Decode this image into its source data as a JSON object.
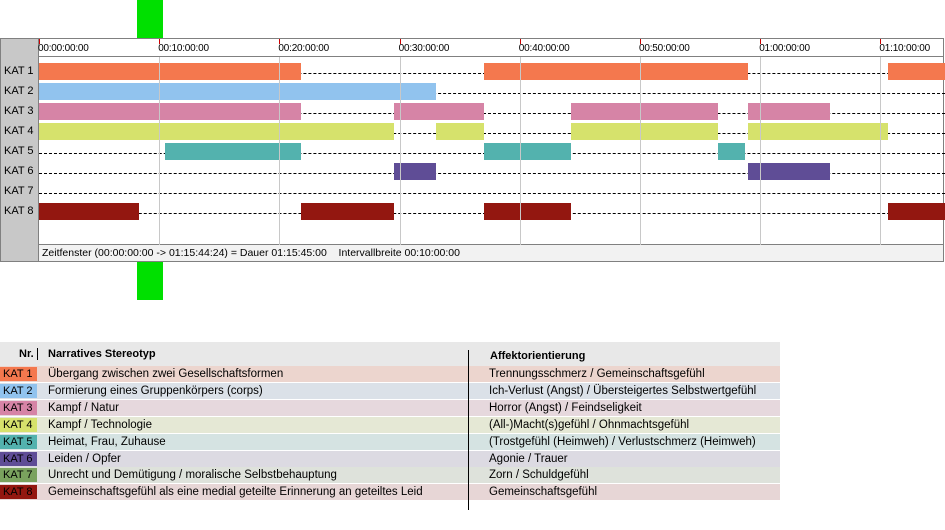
{
  "timeline": {
    "tick_labels": [
      "00:00:00:00",
      "00:10:00:00",
      "00:20:00:00",
      "00:30:00:00",
      "00:40:00:00",
      "00:50:00:00",
      "01:00:00:00",
      "01:10:00:00"
    ],
    "rows": [
      {
        "label": "KAT 1",
        "color": "#f4784e",
        "segments": [
          [
            0,
            21.8
          ],
          [
            37,
            59
          ],
          [
            70.6,
            75.8
          ]
        ]
      },
      {
        "label": "KAT 2",
        "color": "#91c3ee",
        "segments": [
          [
            0,
            33
          ]
        ]
      },
      {
        "label": "KAT 3",
        "color": "#d684a6",
        "segments": [
          [
            0,
            21.8
          ],
          [
            29.5,
            37
          ],
          [
            44.3,
            56.5
          ],
          [
            59,
            65.8
          ]
        ]
      },
      {
        "label": "KAT 4",
        "color": "#d6e26c",
        "segments": [
          [
            0,
            29.5
          ],
          [
            33,
            37
          ],
          [
            44.3,
            56.5
          ],
          [
            59,
            70.6
          ]
        ]
      },
      {
        "label": "KAT 5",
        "color": "#53b2ae",
        "segments": [
          [
            10.5,
            21.8
          ],
          [
            37,
            44.3
          ],
          [
            56.5,
            58.7
          ]
        ]
      },
      {
        "label": "KAT 6",
        "color": "#5f4d96",
        "segments": [
          [
            29.5,
            33
          ],
          [
            59,
            65.8
          ]
        ]
      },
      {
        "label": "KAT 7",
        "color": "#7aa25e",
        "segments": []
      },
      {
        "label": "KAT 8",
        "color": "#931710",
        "segments": [
          [
            0,
            8.3
          ],
          [
            21.8,
            29.5
          ],
          [
            37,
            44.3
          ],
          [
            70.6,
            75.8
          ]
        ]
      }
    ],
    "status_window": "Zeitfenster (00:00:00:00 -> 01:15:44:24) = Dauer 01:15:45:00",
    "status_interval": "Intervallbreite 00:10:00:00"
  },
  "legend": {
    "header_nr": "Nr.",
    "header_stereotype": "Narratives Stereotyp",
    "header_affect": "Affektorientierung",
    "rows": [
      {
        "nr": "KAT 1",
        "stereotype": "Übergang zwischen zwei Gesellschaftsformen",
        "affect": "Trennungsschmerz / Gemeinschaftsgefühl",
        "bg": "#ecd5ce"
      },
      {
        "nr": "KAT 2",
        "stereotype": "Formierung eines Gruppenkörpers (corps)",
        "affect": "Ich-Verlust (Angst) / Übersteigertes Selbstwertgefühl",
        "bg": "#dbe1e8"
      },
      {
        "nr": "KAT 3",
        "stereotype": "Kampf / Natur",
        "affect": "Horror (Angst) / Feindseligkeit",
        "bg": "#e6d8dd"
      },
      {
        "nr": "KAT 4",
        "stereotype": "Kampf / Technologie",
        "affect": "(All-)Macht(s)gefühl / Ohnmachtsgefühl",
        "bg": "#e5e8d5"
      },
      {
        "nr": "KAT 5",
        "stereotype": "Heimat, Frau, Zuhause",
        "affect": "(Trostgefühl (Heimweh) / Verlustschmerz (Heimweh)",
        "bg": "#d5e3e2"
      },
      {
        "nr": "KAT 6",
        "stereotype": "Leiden / Opfer",
        "affect": "Agonie / Trauer",
        "bg": "#dcdae2"
      },
      {
        "nr": "KAT 7",
        "stereotype": "Unrecht und Demütigung / moralische Selbstbehauptung",
        "affect": "Zorn / Schuldgefühl",
        "bg": "#dee2db"
      },
      {
        "nr": "KAT 8",
        "stereotype": "Gemeinschaftsgefühl als eine medial geteilte Erinnerung an geteiltes Leid",
        "affect": "Gemeinschaftsgefühl",
        "bg": "#e7d6d6"
      }
    ]
  }
}
